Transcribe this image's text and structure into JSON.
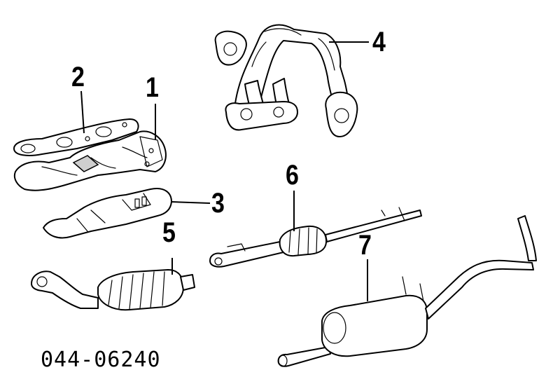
{
  "diagram": {
    "callouts": [
      {
        "id": "1",
        "label": "1"
      },
      {
        "id": "2",
        "label": "2"
      },
      {
        "id": "3",
        "label": "3"
      },
      {
        "id": "4",
        "label": "4"
      },
      {
        "id": "5",
        "label": "5"
      },
      {
        "id": "6",
        "label": "6"
      },
      {
        "id": "7",
        "label": "7"
      }
    ],
    "catalog_number": "044-06240",
    "colors": {
      "line": "#000000",
      "background": "#ffffff",
      "shade": "#cfcfcf"
    }
  }
}
